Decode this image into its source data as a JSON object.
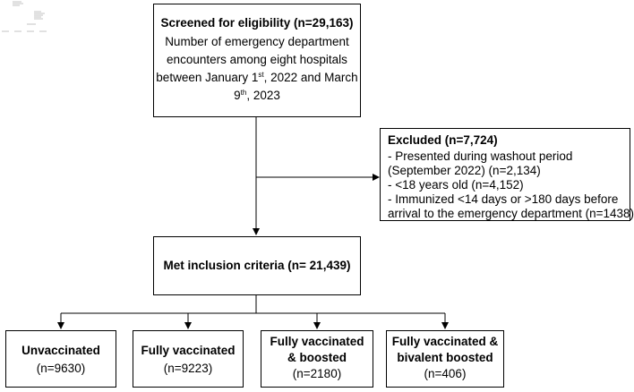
{
  "flow": {
    "screened": {
      "title": "Screened for eligibility (n=29,163)",
      "desc_1": "Number of emergency department encounters among eight hospitals",
      "desc_2a": "between January 1",
      "desc_2_sup": "st",
      "desc_2b": ", 2022 and March",
      "desc_3a": "9",
      "desc_3_sup": "th",
      "desc_3b": ", 2023"
    },
    "excluded": {
      "title": "Excluded (n=7,724)",
      "line_1": "- Presented during washout period",
      "line_2": "(September 2022) (n=2,134)",
      "line_3": "- <18 years old (n=4,152)",
      "line_4": "- Immunized <14 days or >180 days before",
      "line_5": "arrival to the emergency department (n=1438)"
    },
    "included": {
      "title": "Met inclusion criteria (n= 21,439)"
    },
    "groups": [
      {
        "title_1": "Unvaccinated",
        "title_2": "",
        "count": "(n=9630)"
      },
      {
        "title_1": "Fully vaccinated",
        "title_2": "",
        "count": "(n=9223)"
      },
      {
        "title_1": "Fully vaccinated",
        "title_2": "& boosted",
        "count": "(n=2180)"
      },
      {
        "title_1": "Fully vaccinated &",
        "title_2": "bivalent boosted",
        "count": "(n=406)"
      }
    ]
  },
  "colors": {
    "line": "#000000",
    "background": "#ffffff"
  }
}
